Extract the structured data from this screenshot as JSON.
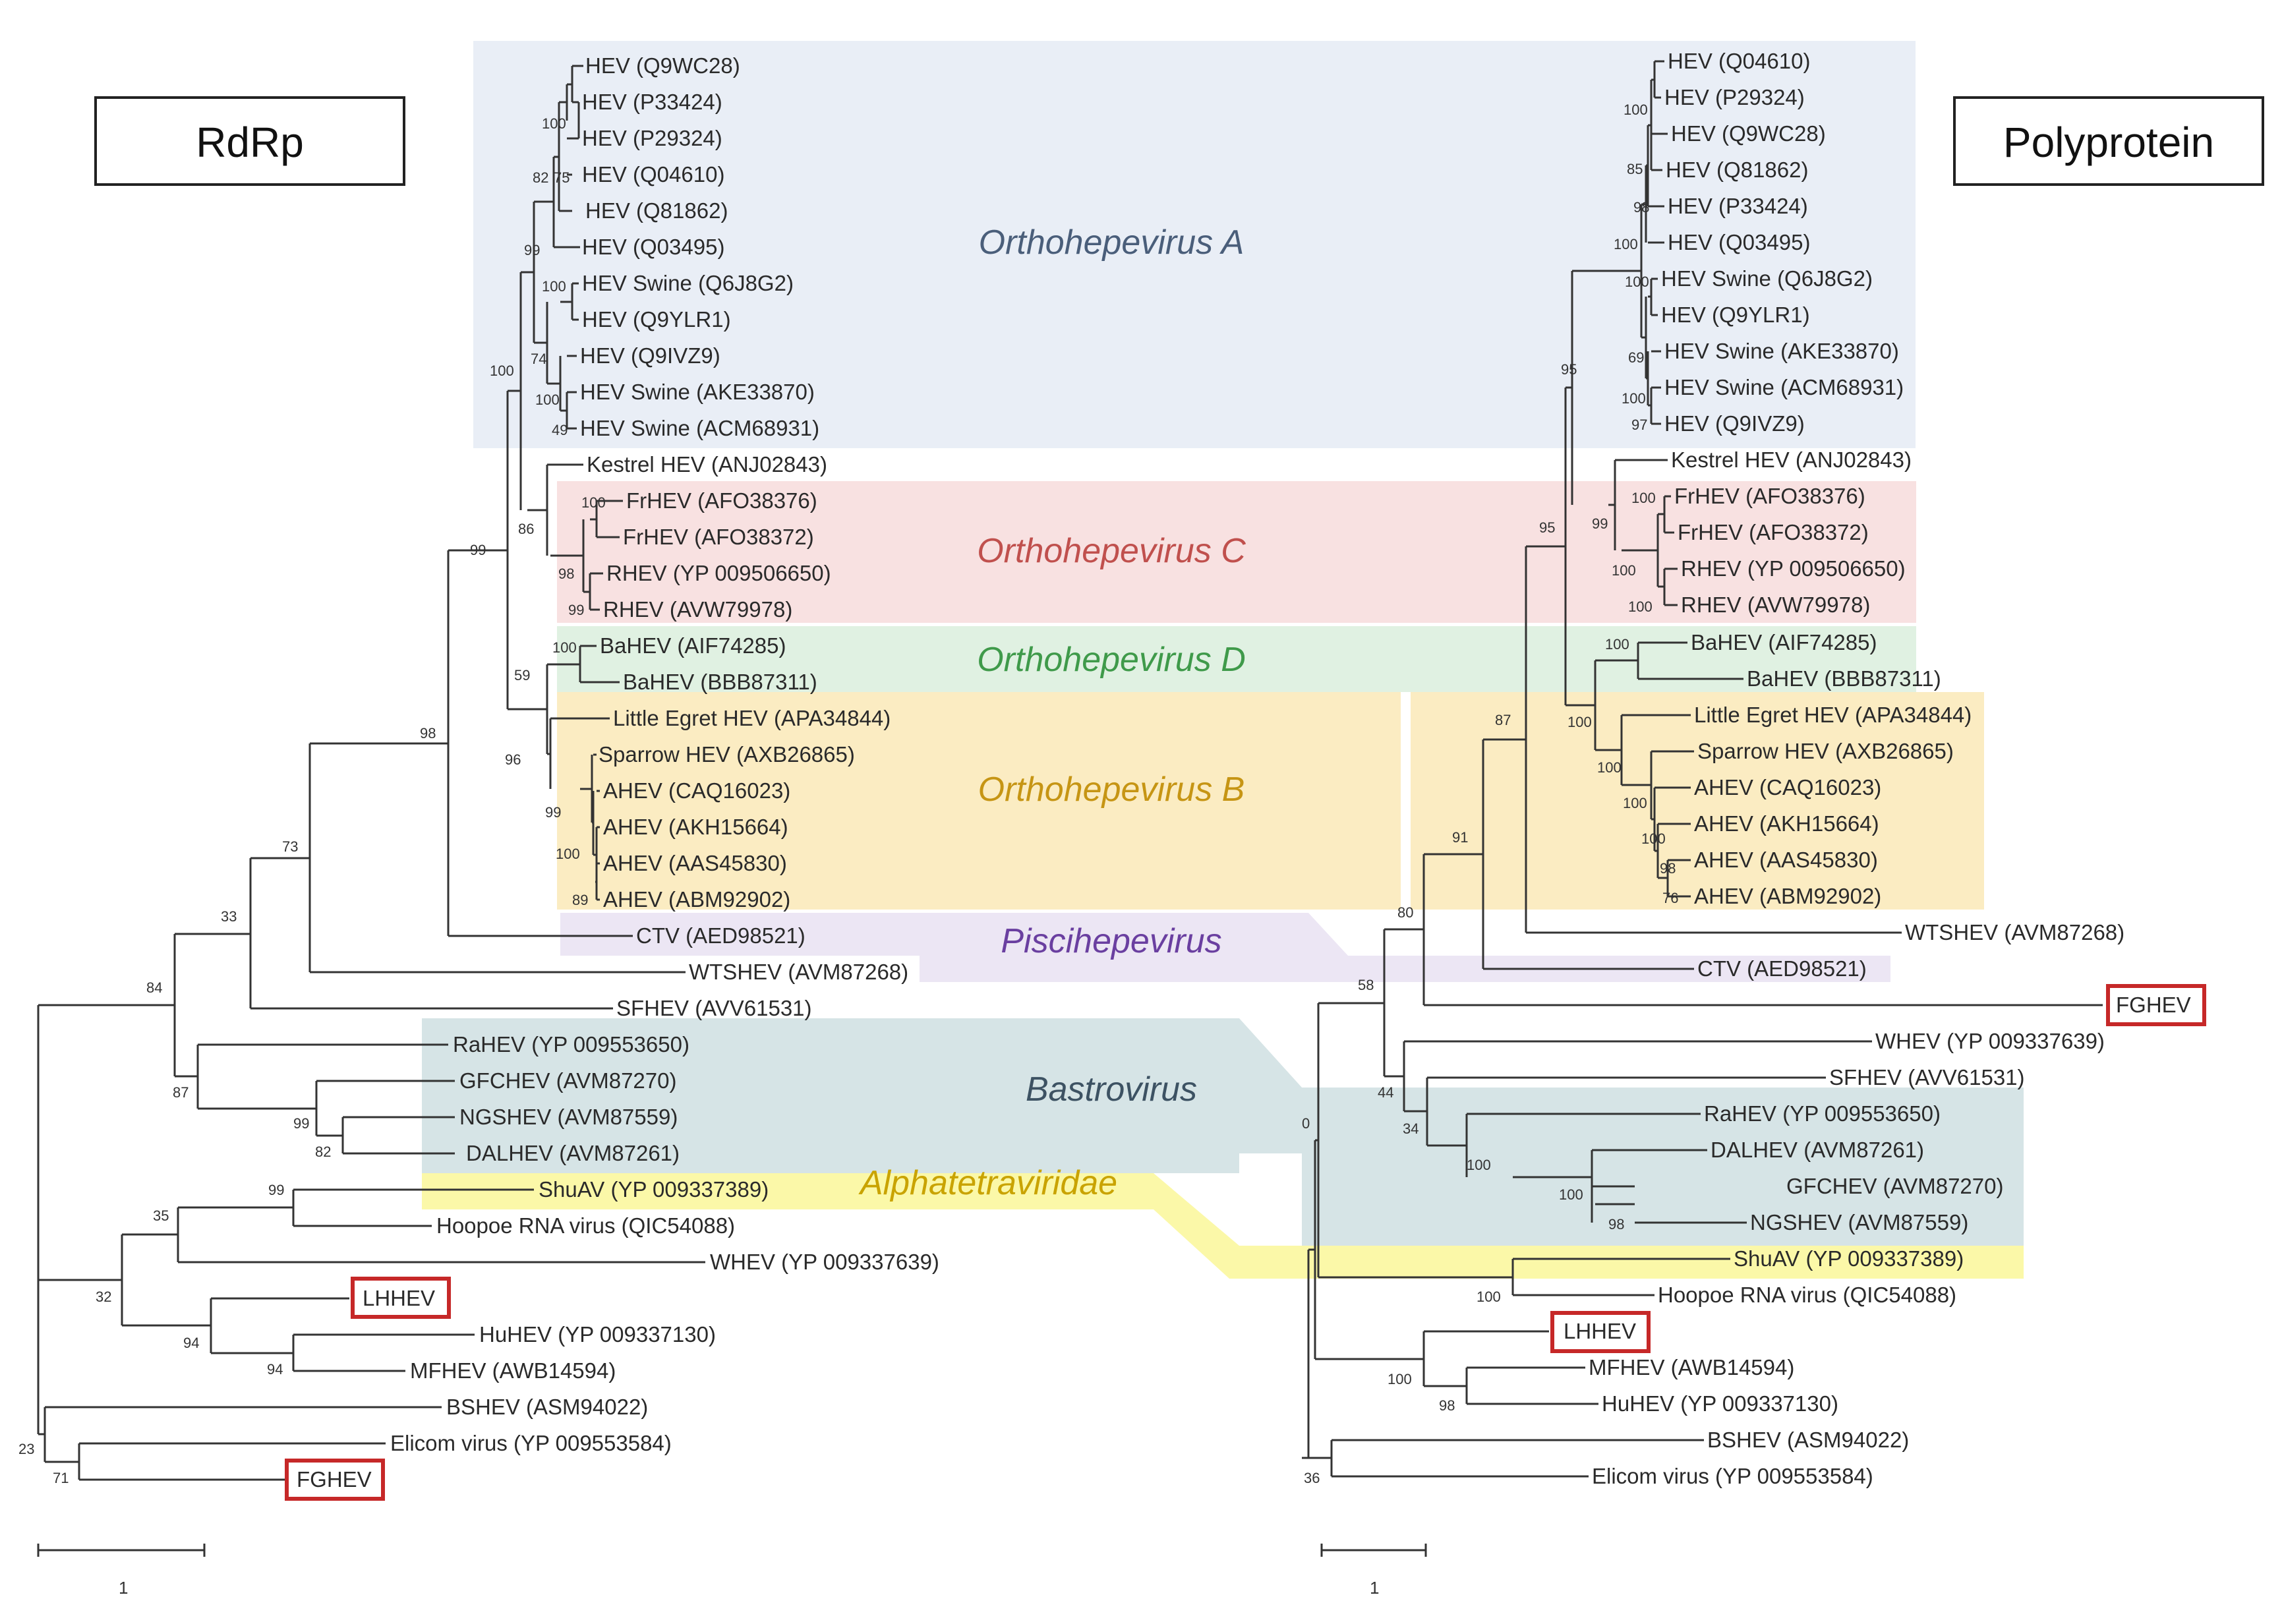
{
  "titles": {
    "left": "RdRp",
    "right": "Polyprotein"
  },
  "clades": [
    {
      "name": "Orthohepevirus A",
      "color": "#4a5e7a",
      "band": "#e9eef6"
    },
    {
      "name": "Orthohepevirus C",
      "color": "#c0504d",
      "band": "#f8e1e1"
    },
    {
      "name": "Orthohepevirus D",
      "color": "#3f9a4a",
      "band": "#e0f1e2"
    },
    {
      "name": "Orthohepevirus B",
      "color": "#c69514",
      "band": "#fbecc2"
    },
    {
      "name": "Piscihepevirus",
      "color": "#6a3fa0",
      "band": "#ece6f4"
    },
    {
      "name": "Bastrovirus",
      "color": "#3d5263",
      "band": "#d6e4e6"
    },
    {
      "name": "Alphatetraviridae",
      "color": "#c9a300",
      "band": "#fbf8a8"
    }
  ],
  "highlight_color": "#c62828",
  "scale_label": "1",
  "left_tree": {
    "leaves": [
      "HEV (Q9WC28)",
      "HEV (P33424)",
      "HEV (P29324)",
      "HEV (Q04610)",
      "HEV (Q81862)",
      "HEV (Q03495)",
      "HEV Swine (Q6J8G2)",
      "HEV (Q9YLR1)",
      "HEV (Q9IVZ9)",
      "HEV Swine (AKE33870)",
      "HEV Swine (ACM68931)",
      "Kestrel HEV (ANJ02843)",
      "FrHEV (AFO38376)",
      "FrHEV (AFO38372)",
      "RHEV (YP 009506650)",
      "RHEV (AVW79978)",
      "BaHEV (AIF74285)",
      "BaHEV (BBB87311)",
      "Little Egret HEV (APA34844)",
      "Sparrow HEV (AXB26865)",
      "AHEV (CAQ16023)",
      "AHEV (AKH15664)",
      "AHEV (AAS45830)",
      "AHEV (ABM92902)",
      "CTV (AED98521)",
      "WTSHEV (AVM87268)",
      "SFHEV (AVV61531)",
      "RaHEV (YP 009553650)",
      "GFCHEV (AVM87270)",
      "NGSHEV (AVM87559)",
      "DALHEV (AVM87261)",
      "ShuAV (YP 009337389)",
      "Hoopoe RNA virus (QIC54088)",
      "WHEV (YP 009337639)",
      "LHHEV",
      "HuHEV (YP 009337130)",
      "MFHEV (AWB14594)",
      "BSHEV (ASM94022)",
      "Elicom virus (YP 009553584)",
      "FGHEV"
    ],
    "bootstrap": [
      "100",
      "82",
      "75",
      "99",
      "100",
      "74",
      "100",
      "49",
      "100",
      "86",
      "100",
      "98",
      "99",
      "100",
      "59",
      "96",
      "99",
      "100",
      "89",
      "99",
      "98",
      "73",
      "33",
      "84",
      "87",
      "99",
      "82",
      "99",
      "35",
      "32",
      "94",
      "94",
      "23",
      "71"
    ]
  },
  "right_tree": {
    "leaves": [
      "HEV (Q04610)",
      "HEV (P29324)",
      "HEV (Q9WC28)",
      "HEV (Q81862)",
      "HEV (P33424)",
      "HEV (Q03495)",
      "HEV Swine (Q6J8G2)",
      "HEV (Q9YLR1)",
      "HEV Swine (AKE33870)",
      "HEV Swine (ACM68931)",
      "HEV (Q9IVZ9)",
      "Kestrel HEV (ANJ02843)",
      "FrHEV (AFO38376)",
      "FrHEV (AFO38372)",
      "RHEV (YP 009506650)",
      "RHEV (AVW79978)",
      "BaHEV (AIF74285)",
      "BaHEV (BBB87311)",
      "Little Egret HEV (APA34844)",
      "Sparrow HEV (AXB26865)",
      "AHEV (CAQ16023)",
      "AHEV (AKH15664)",
      "AHEV (AAS45830)",
      "AHEV (ABM92902)",
      "WTSHEV (AVM87268)",
      "CTV (AED98521)",
      "FGHEV",
      "WHEV (YP 009337639)",
      "SFHEV (AVV61531)",
      "RaHEV (YP 009553650)",
      "DALHEV (AVM87261)",
      "GFCHEV (AVM87270)",
      "NGSHEV (AVM87559)",
      "ShuAV (YP 009337389)",
      "Hoopoe RNA virus (QIC54088)",
      "LHHEV",
      "MFHEV (AWB14594)",
      "HuHEV (YP 009337130)",
      "BSHEV (ASM94022)",
      "Elicom virus (YP 009553584)"
    ],
    "bootstrap": [
      "100",
      "85",
      "98",
      "100",
      "100",
      "69",
      "100",
      "97",
      "95",
      "99",
      "100",
      "100",
      "100",
      "95",
      "100",
      "100",
      "100",
      "100",
      "98",
      "76",
      "100",
      "87",
      "91",
      "80",
      "58",
      "44",
      "34",
      "100",
      "100",
      "98",
      "0",
      "100",
      "100",
      "98",
      "36"
    ]
  }
}
